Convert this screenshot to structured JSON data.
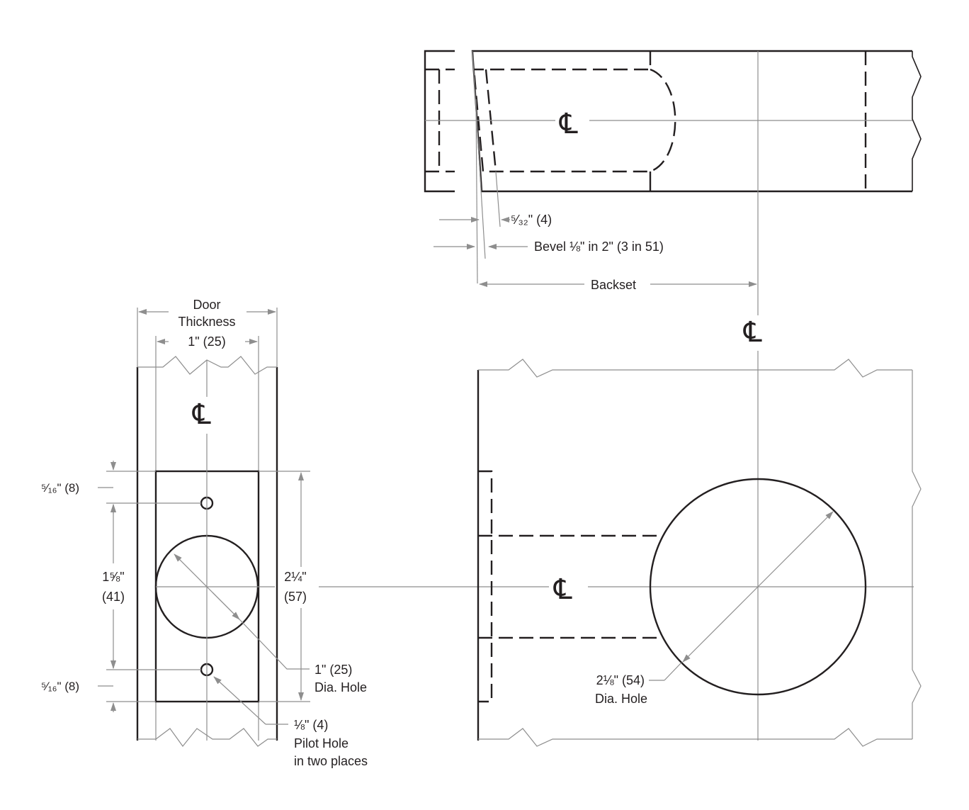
{
  "centerline_symbol": "℄",
  "top_view": {
    "dim_small": "⁵⁄₃₂\" (4)",
    "dim_bevel": "Bevel ⅛\" in 2\" (3 in 51)",
    "dim_backset": "Backset"
  },
  "edge_view": {
    "door_label_1": "Door",
    "door_label_2": "Thickness",
    "dim_width": "1\" (25)",
    "dim_top_offset": "⁵⁄₁₆\" (8)",
    "dim_bottom_offset": "⁵⁄₁₆\" (8)",
    "dim_span_1": "1⅝\"",
    "dim_span_2": "(41)",
    "dim_height_1": "2¼\"",
    "dim_height_2": "(57)",
    "hole_label_1": "1\" (25)",
    "hole_label_2": "Dia. Hole",
    "pilot_label_1": "⅛\" (4)",
    "pilot_label_2": "Pilot Hole",
    "pilot_label_3": "in two places"
  },
  "face_view": {
    "hole_label_1": "2⅛\" (54)",
    "hole_label_2": "Dia. Hole"
  }
}
